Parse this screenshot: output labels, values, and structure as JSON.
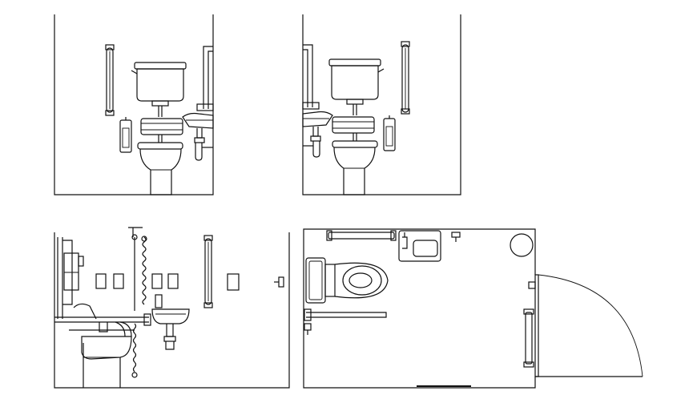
{
  "drawing": {
    "colors": {
      "line": "#111111",
      "background": "#ffffff"
    },
    "panels": [
      {
        "id": "elevation-left"
      },
      {
        "id": "elevation-right"
      },
      {
        "id": "side-elevation"
      },
      {
        "id": "floor-plan"
      }
    ]
  }
}
